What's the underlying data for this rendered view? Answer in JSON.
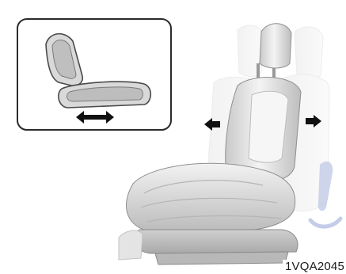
{
  "figure": {
    "code": "1VQA2045",
    "inset_icon": "power-seat-switch-icon",
    "inset_arrow_icon": "double-headed-arrow-icon",
    "seat_illustration": "seat-illustration",
    "forward_arrow_icon": "arrow-left-icon",
    "backward_arrow_icon": "arrow-right-icon",
    "watermark": "blue-watermark-logo"
  }
}
